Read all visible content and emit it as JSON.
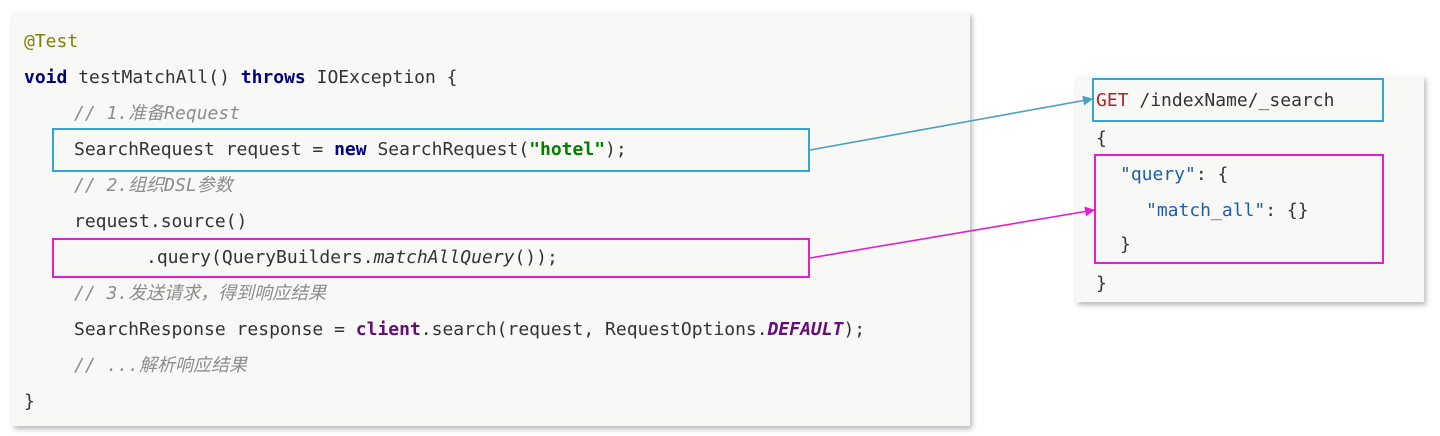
{
  "java_code": {
    "annotation": "@Test",
    "method_void": "void",
    "method_sig": " testMatchAll() ",
    "method_throws": "throws",
    "method_tail": " IOException {",
    "comment_1": "// 1.准备Request",
    "req_pre": "SearchRequest request = ",
    "req_new": "new",
    "req_mid": " SearchRequest(",
    "req_str": "\"hotel\"",
    "req_end": ");",
    "comment_2": "// 2.组织DSL参数",
    "source_line": "request.source()",
    "query_pre": ".query(QueryBuilders.",
    "query_method": "matchAllQuery",
    "query_end": "());",
    "comment_3": "// 3.发送请求，得到响应结果",
    "resp_pre": "SearchResponse response = ",
    "resp_client": "client",
    "resp_mid": ".search(request, RequestOptions.",
    "resp_default": "DEFAULT",
    "resp_end": ");",
    "comment_4": "// ...解析响应结果",
    "close_brace": "}"
  },
  "json_dsl": {
    "method": "GET",
    "path": " /indexName/_search",
    "open_brace": "{",
    "query_key": "\"query\"",
    "query_rest": ": {",
    "match_all_key": "\"match_all\"",
    "match_all_rest": ": {}",
    "inner_close": "}",
    "outer_close": "}"
  },
  "colors": {
    "request_highlight": "#2fa5d8",
    "query_highlight": "#e020d0",
    "arrow_blue": "#4aa0c0",
    "arrow_magenta": "#e020d0"
  }
}
